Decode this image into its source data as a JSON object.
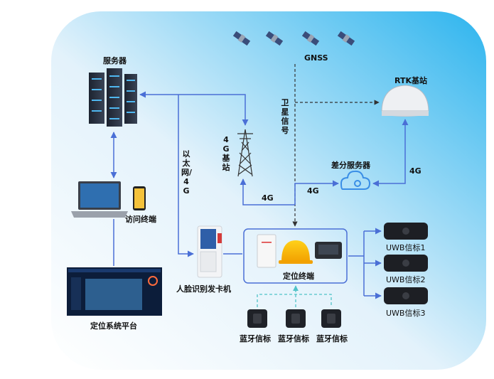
{
  "labels": {
    "server": "服务器",
    "gnss": "GNSS",
    "rtk_station": "RTK基站",
    "satellite_signal": "卫星信号",
    "base_4g": "4G基站",
    "ethernet_4g": "以太网/4G",
    "diff_server": "差分服务器",
    "access_terminal": "访问终端",
    "face_card_machine": "人脸识别发卡机",
    "positioning_terminal": "定位终端",
    "positioning_platform": "定位系统平台",
    "uwb_beacon_1": "UWB信标1",
    "uwb_beacon_2": "UWB信标2",
    "uwb_beacon_3": "UWB信标3",
    "bt_beacon_1": "蓝牙信标",
    "bt_beacon_2": "蓝牙信标",
    "bt_beacon_3": "蓝牙信标",
    "link_4g_left": "4G",
    "link_4g_mid": "4G",
    "link_4g_right": "4G"
  },
  "colors": {
    "background_gradient_start": "#e8f4fb",
    "background_gradient_end": "#2fb6ee",
    "connector_blue": "#4a6fd6",
    "dashed_black": "#333333",
    "dashed_teal": "#4fc3c8",
    "terminal_box_border": "#4a6fd6"
  },
  "icons": {
    "satellite": "satellite-icon",
    "server": "server-rack-icon",
    "tower": "cell-tower-icon",
    "cloud": "cloud-icon",
    "dome": "rtk-dome-icon",
    "laptop": "laptop-icon",
    "phone": "phone-icon",
    "kiosk": "kiosk-icon",
    "helmet": "helmet-icon",
    "uwb": "uwb-beacon-icon",
    "bluetooth": "bluetooth-beacon-icon"
  }
}
